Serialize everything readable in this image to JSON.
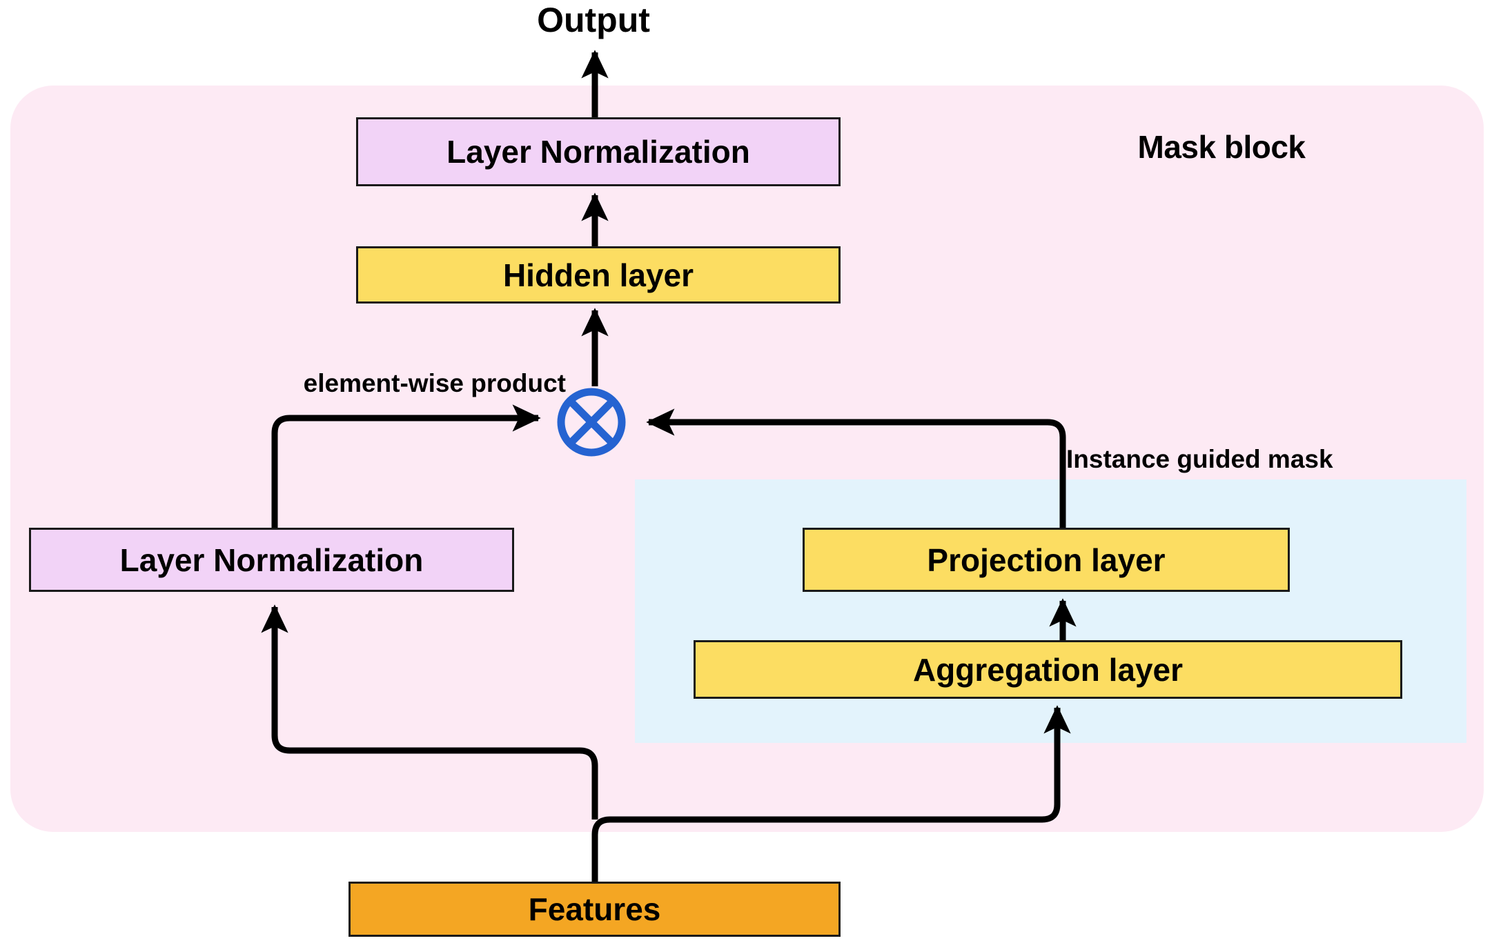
{
  "diagram": {
    "title_output": "Output",
    "mask_block_label": "Mask block",
    "nodes": {
      "layer_norm_top": "Layer Normalization",
      "hidden_layer": "Hidden layer",
      "layer_norm_left": "Layer Normalization",
      "projection_layer": "Projection layer",
      "aggregation_layer": "Aggregation layer",
      "features": "Features"
    },
    "annotations": {
      "element_wise_product": "element-wise product",
      "instance_guided_mask": "Instance guided mask"
    },
    "icons": {
      "element_wise_product_operator": "circled-times-icon"
    },
    "colors": {
      "mask_block_background": "#fdeaf4",
      "instance_subblock_background": "#e3f3fc",
      "layer_norm_fill": "#f2d3f7",
      "hidden_layer_fill": "#fcdd62",
      "projection_layer_fill": "#fcdd62",
      "aggregation_layer_fill": "#fcdd62",
      "features_fill": "#f4a623",
      "node_border": "#1a1a1a",
      "operator_blue": "#2563d1",
      "wire": "#000000",
      "text": "#000000"
    }
  }
}
